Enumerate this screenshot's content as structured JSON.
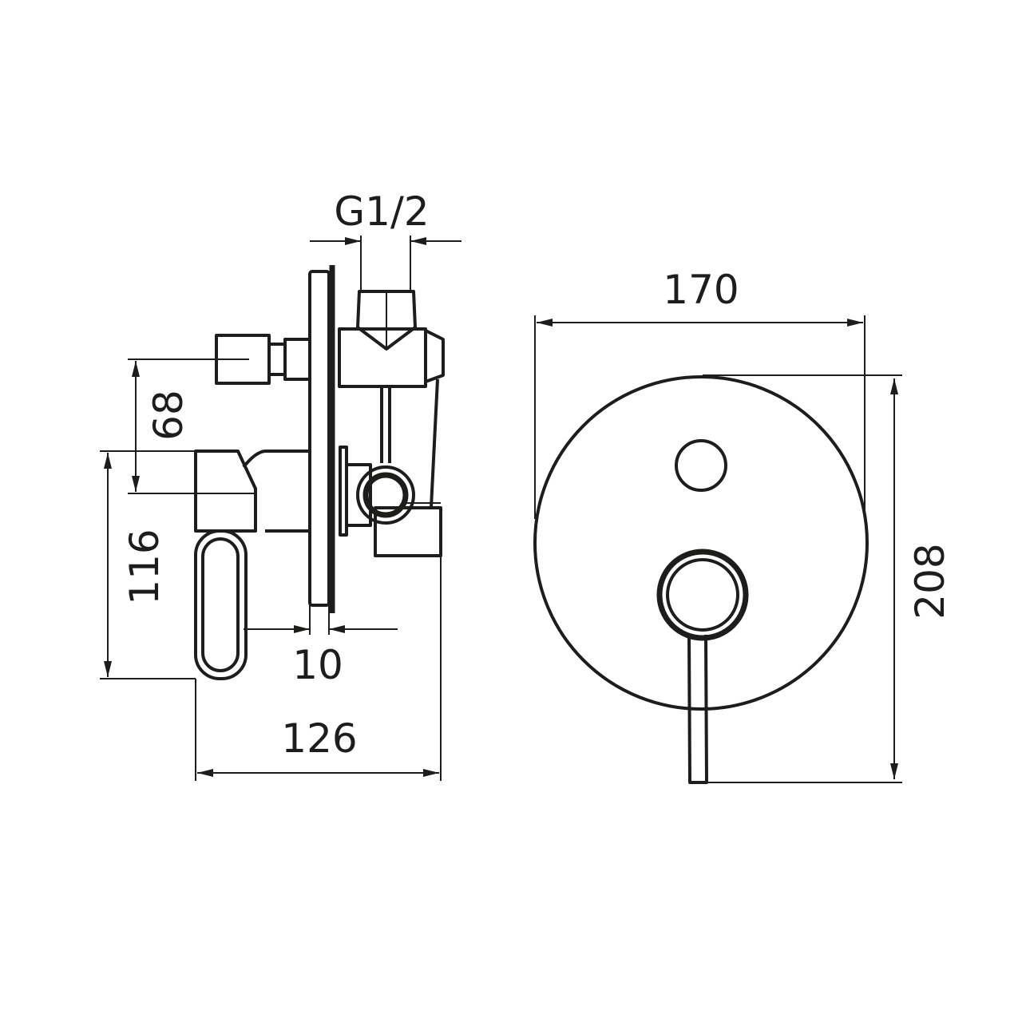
{
  "drawing": {
    "colors": {
      "line": "#1d1d1b",
      "background": "#ffffff"
    },
    "side_view": {
      "dimensions": {
        "thread": "G1/2",
        "outlet_spacing": "68",
        "handle_height": "116",
        "plate_thickness": "10",
        "total_depth": "126"
      }
    },
    "front_view": {
      "dimensions": {
        "width": "170",
        "height": "208"
      }
    }
  }
}
